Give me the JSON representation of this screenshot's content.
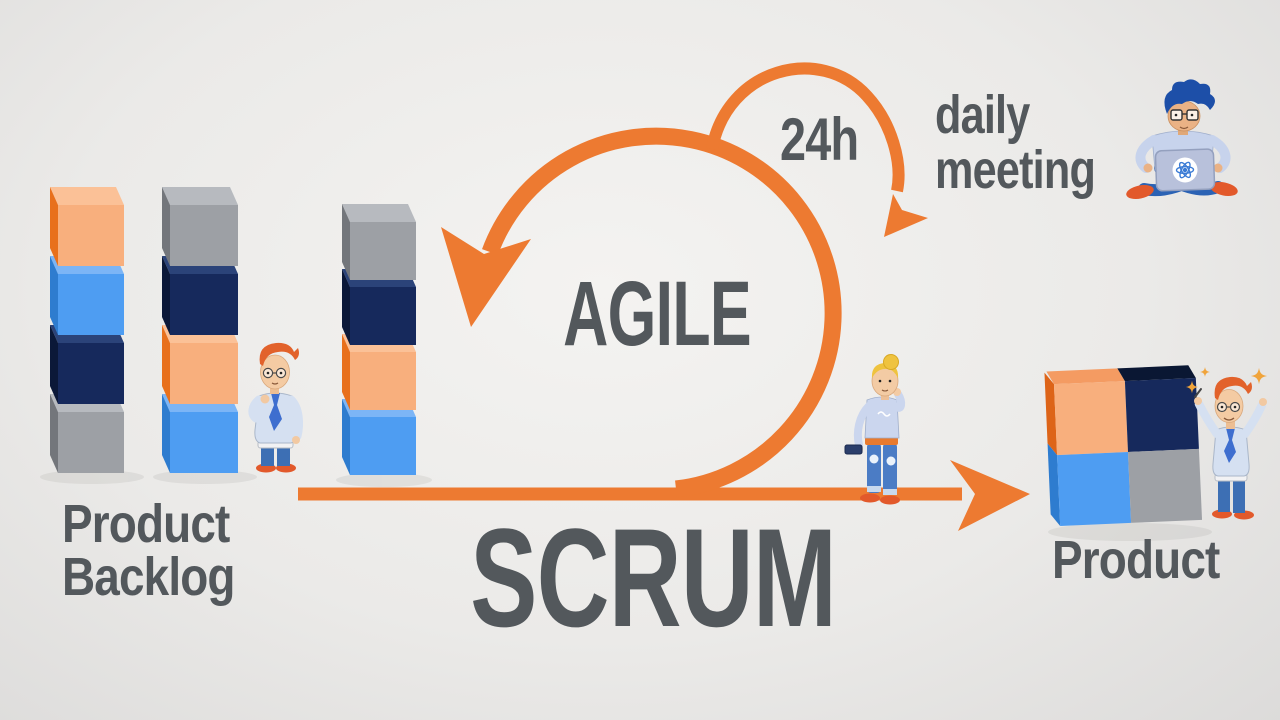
{
  "labels": {
    "product_backlog": {
      "line1": "Product",
      "line2": "Backlog"
    },
    "scrum": "SCRUM",
    "agile": "AGILE",
    "cycle_24h": "24h",
    "daily_meeting": {
      "line1": "daily",
      "line2": "meeting"
    },
    "product": "Product"
  },
  "colors": {
    "arrow_orange": "#ED7A31",
    "text_gray": "#53585C",
    "background": "#EBEAE8",
    "cube_orange": "#F8AF7D",
    "cube_blue": "#4E9DF2",
    "cube_navy": "#16295C",
    "cube_gray": "#9DA0A5",
    "shoe_orange": "#E2592B",
    "shirt_blue": "#D5E0F1",
    "jeans_blue": "#4B7CC5",
    "hair_orange": "#E2622B",
    "hair_yellow": "#EFC33F",
    "hair_blue": "#1D4FA8"
  },
  "palette": {
    "orange": {
      "front": "#F8AF7D",
      "top": "#FBC197",
      "left": "#E8701C"
    },
    "blue": {
      "front": "#4E9DF2",
      "top": "#7CB5F6",
      "left": "#2E7CCF"
    },
    "navy": {
      "front": "#16295C",
      "top": "#2B4379",
      "left": "#0B1838"
    },
    "gray": {
      "front": "#9DA0A5",
      "top": "#B7BABF",
      "left": "#73767B"
    }
  },
  "diagram": {
    "backlog_stacks": [
      {
        "cubes_top_to_bottom": [
          "orange",
          "blue",
          "navy",
          "gray"
        ]
      },
      {
        "cubes_top_to_bottom": [
          "gray",
          "navy",
          "orange",
          "blue"
        ]
      },
      {
        "cubes_top_to_bottom": [
          "gray",
          "navy",
          "orange",
          "blue"
        ]
      }
    ],
    "product_grid": {
      "top_row": [
        "orange",
        "navy"
      ],
      "bottom_row": [
        "blue",
        "gray"
      ]
    },
    "arrows": [
      {
        "id": "sprint-loop",
        "label": "AGILE"
      },
      {
        "id": "daily-loop",
        "label": "24h"
      },
      {
        "id": "flow-arrow",
        "from": "Product Backlog",
        "to": "Product"
      }
    ],
    "characters": [
      {
        "id": "thinking-man",
        "description": "man with orange hair thinking beside backlog stacks"
      },
      {
        "id": "woman-with-phone",
        "description": "woman with blonde bun standing on the sprint arrow"
      },
      {
        "id": "developer-on-laptop",
        "description": "man with curly blue hair sitting cross-legged with laptop",
        "laptop_logo": "atom-icon"
      },
      {
        "id": "celebrating-man",
        "description": "man with orange hair celebrating beside the product"
      }
    ]
  }
}
